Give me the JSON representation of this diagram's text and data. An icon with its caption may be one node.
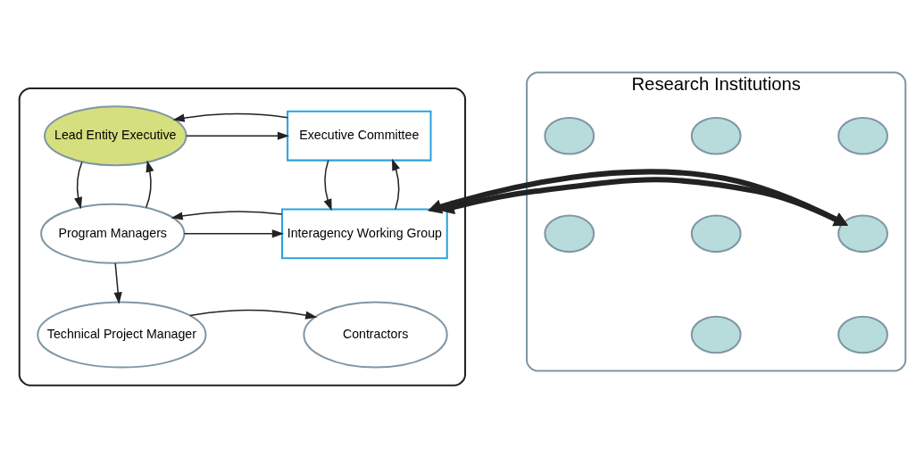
{
  "diagram": {
    "nodes": [
      {
        "text": [],
        "shape": "box"
      },
      {
        "text": [
          "Lead Entity Executive"
        ],
        "in": 0
      },
      {
        "text": [
          "Executive Committee"
        ],
        "in": 0
      },
      {
        "text": [
          "Program Managers"
        ],
        "in": 0
      },
      {
        "text": [
          "Interagency Working Group"
        ],
        "in": 0
      },
      {
        "text": [
          "Technical Project Manager"
        ],
        "in": 0
      },
      {
        "text": [
          "Contractors"
        ],
        "in": 0
      },
      {
        "text": [
          "Research Institutions"
        ]
      },
      {
        "text": [],
        "shape": "circle",
        "in": 7
      },
      {
        "text": [],
        "shape": "circle",
        "in": 7
      },
      {
        "text": [],
        "shape": "circle",
        "in": 7
      },
      {
        "text": [],
        "shape": "circle",
        "in": 7
      },
      {
        "text": [],
        "shape": "circle",
        "in": 7
      },
      {
        "text": [],
        "shape": "circle",
        "in": 7
      },
      {
        "text": [],
        "shape": "circle",
        "in": 7
      },
      {
        "text": [],
        "shape": "circle",
        "in": 7
      }
    ],
    "edges": [
      {
        "from": 1,
        "to": 2,
        "arrow": "to"
      },
      {
        "from": 2,
        "to": 1,
        "arrow": "to"
      },
      {
        "from": 1,
        "to": 3,
        "arrow": "to"
      },
      {
        "from": 3,
        "to": 1,
        "arrow": "to"
      },
      {
        "from": 2,
        "to": 4,
        "arrow": "to"
      },
      {
        "from": 4,
        "to": 2,
        "arrow": "to"
      },
      {
        "from": 3,
        "to": 4,
        "arrow": "to"
      },
      {
        "from": 4,
        "to": 3,
        "arrow": "to"
      },
      {
        "from": 3,
        "to": 5,
        "arrow": "to"
      },
      {
        "from": 5,
        "to": 6,
        "arrow": "to"
      },
      {
        "from": 0,
        "to": 7,
        "arrow": "both",
        "style": "thick",
        "color": "#222222"
      }
    ]
  }
}
